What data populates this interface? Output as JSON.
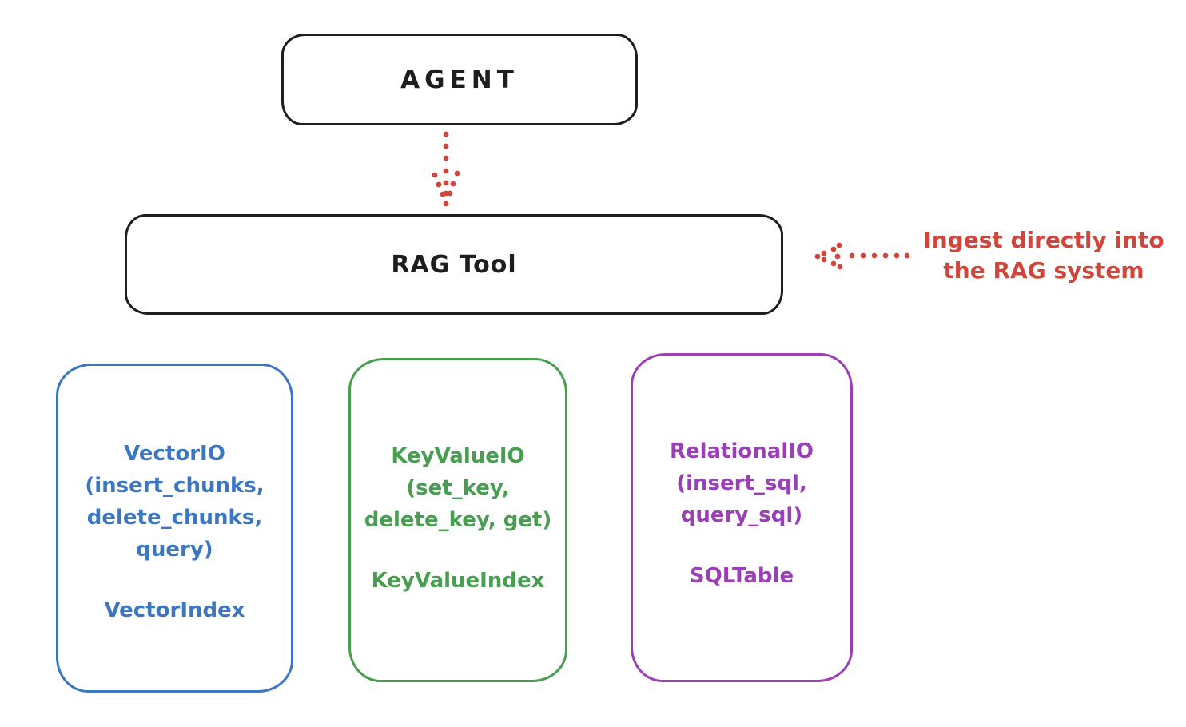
{
  "diagram": {
    "agent_box": {
      "label": "AGENT"
    },
    "rag_tool_box": {
      "label": "RAG Tool"
    },
    "annotation": {
      "line1": "Ingest directly into",
      "line2": "the RAG system"
    },
    "storage_boxes": [
      {
        "id": "vector-io",
        "lines": [
          "VectorIO",
          "(insert_chunks,",
          "delete_chunks,",
          "query)"
        ],
        "footer": "VectorIndex",
        "color": "#3a76c1"
      },
      {
        "id": "key-value-io",
        "lines": [
          "KeyValueIO",
          "(set_key,",
          "delete_key, get)"
        ],
        "footer": "KeyValueIndex",
        "color": "#479e50"
      },
      {
        "id": "relational-io",
        "lines": [
          "RelationalIO",
          "(insert_sql,",
          "query_sql)"
        ],
        "footer": "SQLTable",
        "color": "#9a3fb5"
      }
    ],
    "colors": {
      "stroke": "#1e1e1e",
      "annotation_red": "#d2453b",
      "background": "#ffffff"
    }
  }
}
